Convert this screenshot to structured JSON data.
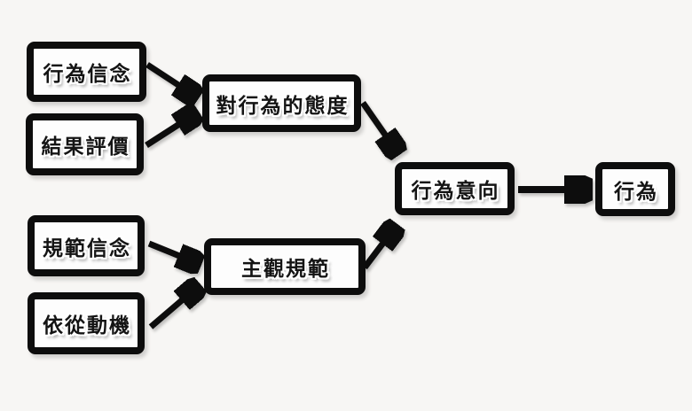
{
  "canvas": {
    "background_color": "#f7f6f4",
    "box_border_color": "#0d0d0d",
    "box_fill_color": "#fdfdfd",
    "arrow_color": "#0d0d0d",
    "text_color": "#141414"
  },
  "diagram": {
    "type": "flowchart",
    "nodes": [
      {
        "id": "behavioral-beliefs",
        "label": "行為信念"
      },
      {
        "id": "outcome-evaluation",
        "label": "結果評價"
      },
      {
        "id": "attitude-toward-behavior",
        "label": "對行為的態度"
      },
      {
        "id": "normative-beliefs",
        "label": "規範信念"
      },
      {
        "id": "motivation-to-comply",
        "label": "依從動機"
      },
      {
        "id": "subjective-norm",
        "label": "主觀規範"
      },
      {
        "id": "behavioral-intention",
        "label": "行為意向"
      },
      {
        "id": "behavior",
        "label": "行為"
      }
    ],
    "edges": [
      {
        "from": "behavioral-beliefs",
        "to": "attitude-toward-behavior"
      },
      {
        "from": "outcome-evaluation",
        "to": "attitude-toward-behavior"
      },
      {
        "from": "attitude-toward-behavior",
        "to": "behavioral-intention"
      },
      {
        "from": "normative-beliefs",
        "to": "subjective-norm"
      },
      {
        "from": "motivation-to-comply",
        "to": "subjective-norm"
      },
      {
        "from": "subjective-norm",
        "to": "behavioral-intention"
      },
      {
        "from": "behavioral-intention",
        "to": "behavior"
      }
    ]
  }
}
